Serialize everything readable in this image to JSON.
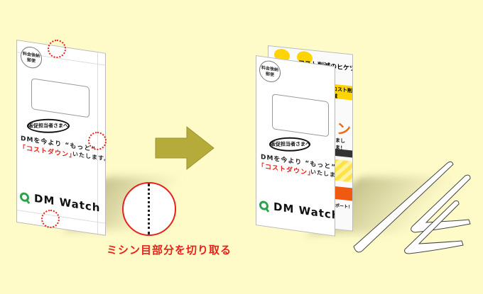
{
  "envelope": {
    "stamp": "料金後納郵便",
    "bubble": "販促担当者さまへ",
    "line1": "DMを今より “もっと”",
    "line2_red": "「コストダウン」",
    "line2_rest": "いたします。",
    "logo": "DM Watch"
  },
  "folded": {
    "back_title": "コスト削減のヒケツ",
    "back_badge": "コスト削減",
    "back_big": "ン",
    "back_line": "ましま！",
    "back_note": "ポート！",
    "stamp": "料金後納郵便",
    "bubble": "販促担当者さまへ",
    "line1": "DMを今より “もっと”",
    "line2_red": "「コストダウン」",
    "line2_rest": "いたします",
    "logo": "DM Watch"
  },
  "caption": "ミシン目部分を切り取る",
  "colors": {
    "background": "#fefbc9",
    "accent_red": "#e8221b",
    "arrow": "#b4ab3a",
    "logo_green": "#2ea24b"
  }
}
